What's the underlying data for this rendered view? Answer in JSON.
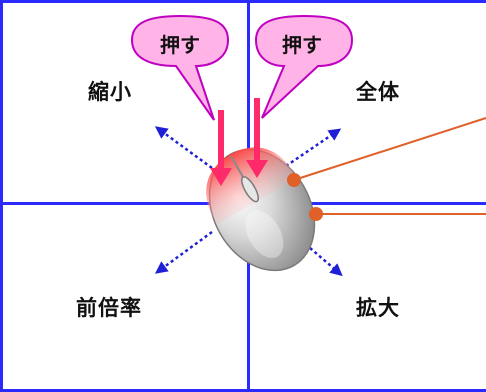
{
  "diagram": {
    "quadrants": {
      "top_left": "縮小",
      "top_right": "全体",
      "bottom_left": "前倍率",
      "bottom_right": "拡大"
    },
    "callouts": [
      {
        "text": "押す"
      },
      {
        "text": "押す"
      }
    ],
    "colors": {
      "grid_line": "#2b2bff",
      "callout_fill": "#ffb3e6",
      "callout_border": "#c000c0",
      "press_arrow": "#ff2a6a",
      "dotted_arrow": "#1f1fd6",
      "pointer_line": "#e0602a"
    },
    "icons": [
      "mouse-icon",
      "press-arrow-icon",
      "dotted-arrow-icon"
    ]
  }
}
